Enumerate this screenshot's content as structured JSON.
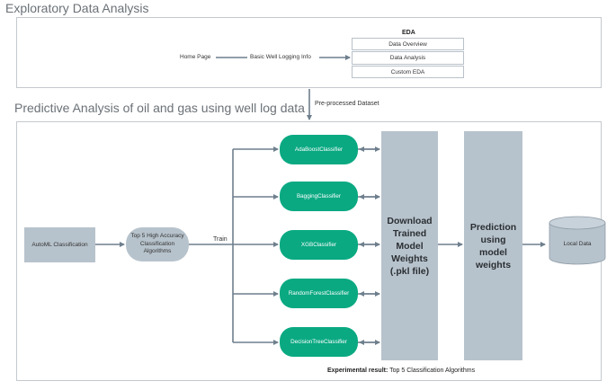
{
  "sections": {
    "eda_title": "Exploratory Data Analysis",
    "predictive_title": "Predictive Analysis of oil and gas using well log data"
  },
  "eda": {
    "home_page": "Home Page",
    "basic_info": "Basic Well Logging Info",
    "menu_title": "EDA",
    "menu_items": [
      "Data Overview",
      "Data Analysis",
      "Custom EDA"
    ],
    "preprocessed": "Pre-processed Dataset"
  },
  "pipeline": {
    "automl": "AutoML Classification",
    "top5": "Top 5 High Accuracy Classification Algorithms",
    "train": "Train",
    "classifiers": [
      "AdaBoostClassifier",
      "BaggingClassifier",
      "XGBClassifier",
      "RandomForestClassifier",
      "DecisionTreeClassifier"
    ],
    "download": "Download Trained Model Weights (.pkl file)",
    "prediction": "Prediction using model weights",
    "local_data": "Local Data",
    "result_prefix": "Experimental result:",
    "result_text": "Top 5 Classification Algorithms"
  },
  "colors": {
    "accent_green": "#0aa982",
    "grey_block": "#b7c3cc",
    "arrow": "#6e7f8d",
    "frame_border": "#c4c9ce"
  }
}
